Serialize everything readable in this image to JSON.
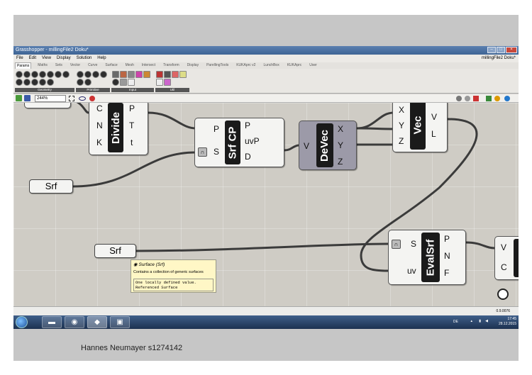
{
  "window": {
    "title": "Grasshopper - millingFile2 Doku*",
    "document_name": "millingFile2 Doku*",
    "buttons": [
      "–",
      "□",
      "×"
    ]
  },
  "menu": [
    "File",
    "Edit",
    "View",
    "Display",
    "Solution",
    "Help"
  ],
  "tabs": [
    "Params",
    "Maths",
    "Sets",
    "Vector",
    "Curve",
    "Surface",
    "Mesh",
    "Intersect",
    "Transform",
    "Display",
    "ParellingTools",
    "KUKAprc v2",
    "LunchBox",
    "KUKAprc",
    "User"
  ],
  "active_tab": "Params",
  "palette_groups": [
    "Geometry",
    "Primitive",
    "Input",
    "Util"
  ],
  "zoom": "244%",
  "components": {
    "divide": {
      "name": "Divide",
      "inputs": [
        "C",
        "N",
        "K"
      ],
      "outputs": [
        "P",
        "T",
        "t"
      ]
    },
    "surface_cp": {
      "name": "Srf CP",
      "inputs": [
        "P",
        "S"
      ],
      "outputs": [
        "P",
        "uvP",
        "D"
      ]
    },
    "devec": {
      "name": "DeVec",
      "inputs": [
        "V"
      ],
      "outputs": [
        "X",
        "Y",
        "Z"
      ]
    },
    "vec": {
      "name": "Vec",
      "inputs": [
        "X",
        "Y",
        "Z"
      ],
      "outputs": [
        "V",
        "L"
      ]
    },
    "evalsrf": {
      "name": "EvalSrf",
      "inputs": [
        "S",
        "uv"
      ],
      "outputs": [
        "P",
        "N",
        "F"
      ]
    },
    "partial": {
      "inputs": [
        "V",
        "C"
      ]
    }
  },
  "params": {
    "srf1": "Srf",
    "srf2": "Srf"
  },
  "tooltip": {
    "title": "Surface (Srf)",
    "description": "Contains a collection of generic surfaces",
    "info_line1": "One locally defined value.",
    "info_line2": "Referenced Surface"
  },
  "status": {
    "version": "0.9.0076"
  },
  "taskbar": {
    "language": "DE",
    "time": "17:45",
    "date": "28.12.2015"
  },
  "caption": "Hannes Neumayer s1274142",
  "colors": {
    "canvas": "#cfccc5",
    "wire": "#3b3b3b",
    "component_core": "#1a1a1a",
    "tooltip": "#fff7c6"
  }
}
